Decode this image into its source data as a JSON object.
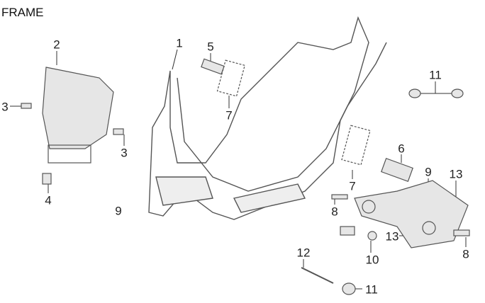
{
  "title": "FRAME",
  "callouts": [
    {
      "id": "c1",
      "text": "1"
    },
    {
      "id": "c2",
      "text": "2"
    },
    {
      "id": "c3a",
      "text": "3"
    },
    {
      "id": "c3b",
      "text": "3"
    },
    {
      "id": "c4",
      "text": "4"
    },
    {
      "id": "c5",
      "text": "5"
    },
    {
      "id": "c6",
      "text": "6"
    },
    {
      "id": "c7a",
      "text": "7"
    },
    {
      "id": "c7b",
      "text": "7"
    },
    {
      "id": "c8a",
      "text": "8"
    },
    {
      "id": "c8b",
      "text": "8"
    },
    {
      "id": "c9a",
      "text": "9"
    },
    {
      "id": "c9b",
      "text": "9"
    },
    {
      "id": "c10",
      "text": "10"
    },
    {
      "id": "c11a",
      "text": "11"
    },
    {
      "id": "c11b",
      "text": "11"
    },
    {
      "id": "c12",
      "text": "12"
    },
    {
      "id": "c13a",
      "text": "13"
    },
    {
      "id": "c13b",
      "text": "13"
    }
  ],
  "colors": {
    "line": "#333333",
    "part": "#555555",
    "fill": "#e6e6e6"
  }
}
